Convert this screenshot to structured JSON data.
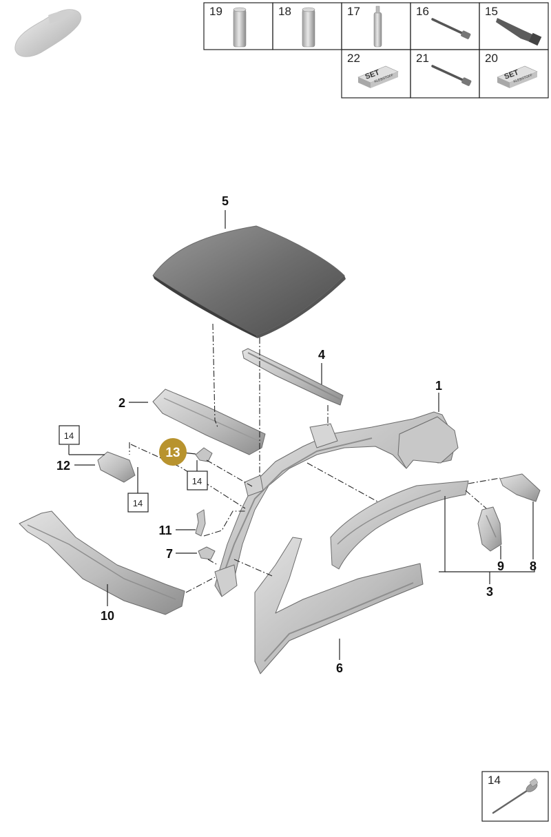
{
  "accessory_grid": {
    "cells": [
      {
        "number": "19",
        "icon": "sealant-can-icon"
      },
      {
        "number": "18",
        "icon": "sealant-can-icon"
      },
      {
        "number": "17",
        "icon": "sealant-tube-icon"
      },
      {
        "number": "16",
        "icon": "rivet-tool-icon"
      },
      {
        "number": "15",
        "icon": "cartridge-nozzle-icon"
      },
      {
        "number": "22",
        "icon": "set-box-icon",
        "label": "SET",
        "sublabel": "KLEBSTOFF"
      },
      {
        "number": "21",
        "icon": "rivet-tool-icon"
      },
      {
        "number": "20",
        "icon": "set-box-icon",
        "label": "SET",
        "sublabel": "KLEBSTOFF"
      }
    ]
  },
  "callouts": {
    "c1": "1",
    "c2": "2",
    "c3": "3",
    "c4": "4",
    "c5": "5",
    "c6": "6",
    "c7": "7",
    "c8": "8",
    "c9": "9",
    "c10": "10",
    "c11": "11",
    "c12": "12",
    "c13": "13"
  },
  "boxed_refs": [
    "14",
    "14",
    "14",
    "14"
  ],
  "rivet_legend": {
    "number": "14"
  },
  "highlight_color": "#b8932e"
}
